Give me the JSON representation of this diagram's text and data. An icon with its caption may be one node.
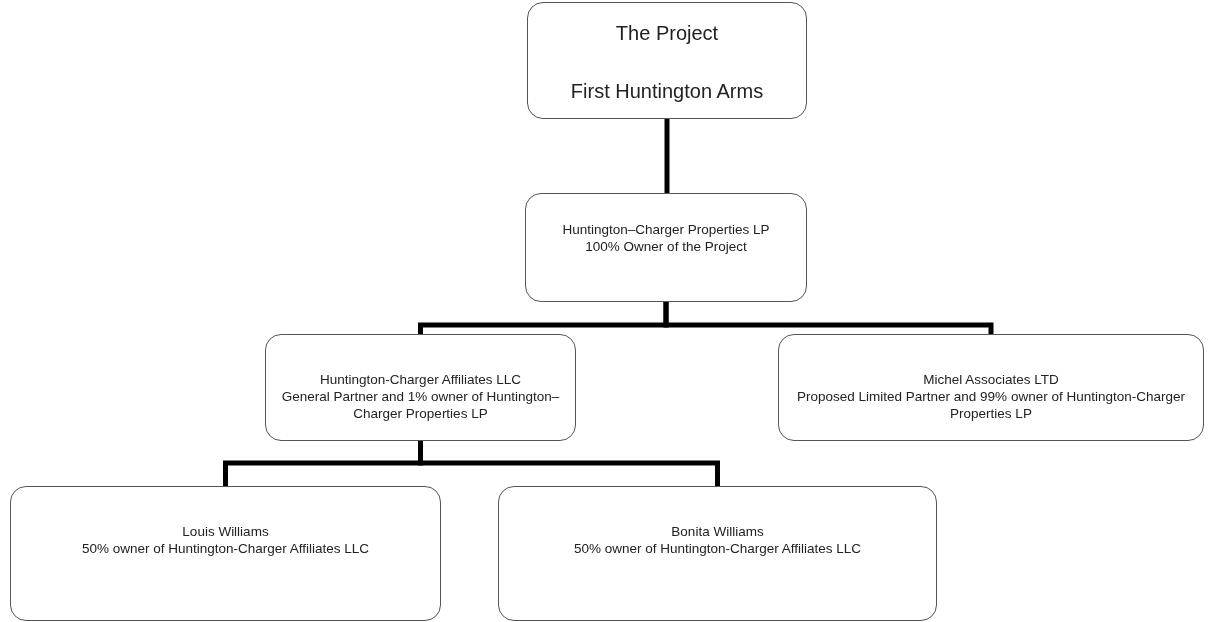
{
  "diagram": {
    "nodes": [
      {
        "text": [
          "The Project",
          "First Huntington Arms"
        ]
      },
      {
        "text": [
          "Huntington–Charger Properties LP",
          "100% Owner of the Project"
        ]
      },
      {
        "text": [
          "Huntington-Charger Affiliates LLC",
          "General Partner and 1% owner of Huntington–Charger Properties LP"
        ]
      },
      {
        "text": [
          "Michel Associates LTD",
          "Proposed Limited Partner and 99% owner of Huntington-Charger Properties LP"
        ]
      },
      {
        "text": [
          "Louis Williams",
          "50% owner of Huntington-Charger Affiliates LLC"
        ]
      },
      {
        "text": [
          "Bonita Williams",
          "50% owner of Huntington-Charger Affiliates LLC"
        ]
      }
    ],
    "edges": [
      {
        "from": 0,
        "to": 1,
        "arrow": "none"
      },
      {
        "from": 1,
        "to": 2,
        "arrow": "none"
      },
      {
        "from": 1,
        "to": 3,
        "arrow": "none"
      },
      {
        "from": 2,
        "to": 4,
        "arrow": "none"
      },
      {
        "from": 2,
        "to": 5,
        "arrow": "none"
      }
    ]
  }
}
